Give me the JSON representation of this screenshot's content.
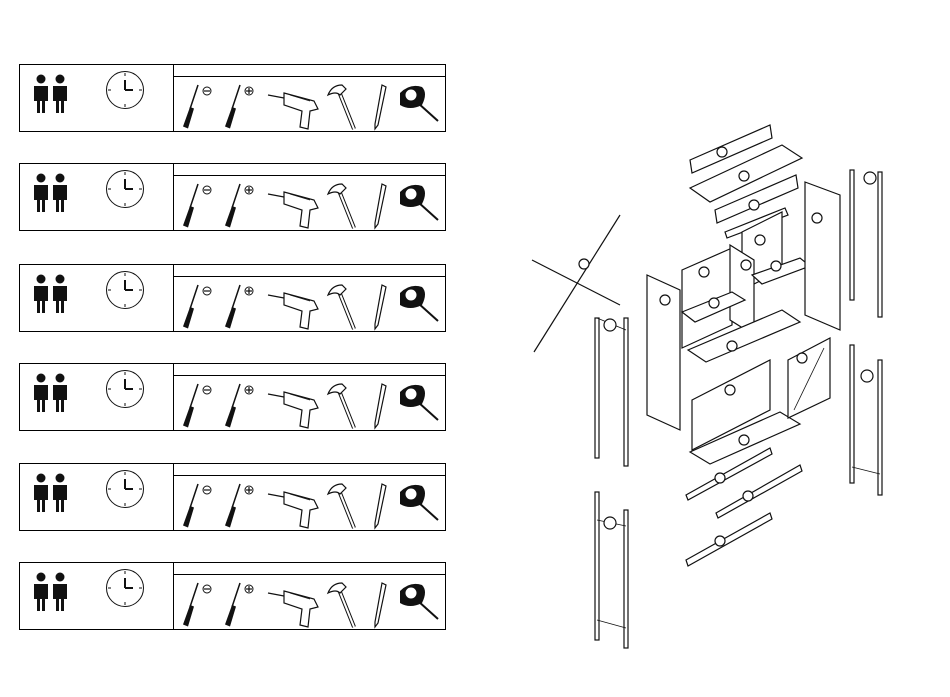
{
  "panels": [
    {
      "persons": 2,
      "tools": [
        "flat-screwdriver",
        "phillips-screwdriver",
        "power-drill",
        "hammer",
        "pencil",
        "tape-measure"
      ]
    },
    {
      "persons": 2,
      "tools": [
        "flat-screwdriver",
        "phillips-screwdriver",
        "power-drill",
        "hammer",
        "pencil",
        "tape-measure"
      ]
    },
    {
      "persons": 2,
      "tools": [
        "flat-screwdriver",
        "phillips-screwdriver",
        "power-drill",
        "hammer",
        "pencil",
        "tape-measure"
      ]
    },
    {
      "persons": 2,
      "tools": [
        "flat-screwdriver",
        "phillips-screwdriver",
        "power-drill",
        "hammer",
        "pencil",
        "tape-measure"
      ]
    },
    {
      "persons": 2,
      "tools": [
        "flat-screwdriver",
        "phillips-screwdriver",
        "power-drill",
        "hammer",
        "pencil",
        "tape-measure"
      ]
    },
    {
      "persons": 2,
      "tools": [
        "flat-screwdriver",
        "phillips-screwdriver",
        "power-drill",
        "hammer",
        "pencil",
        "tape-measure"
      ]
    }
  ],
  "icons": {
    "people": "two-person-icon",
    "clock": "clock-icon",
    "flat": "flat-screwdriver-icon",
    "phillips": "phillips-screwdriver-icon",
    "drill": "power-drill-icon",
    "hammer": "hammer-icon",
    "pencil": "pencil-icon",
    "tape": "tape-measure-icon"
  },
  "diagram": {
    "name": "exploded-assembly-view"
  }
}
